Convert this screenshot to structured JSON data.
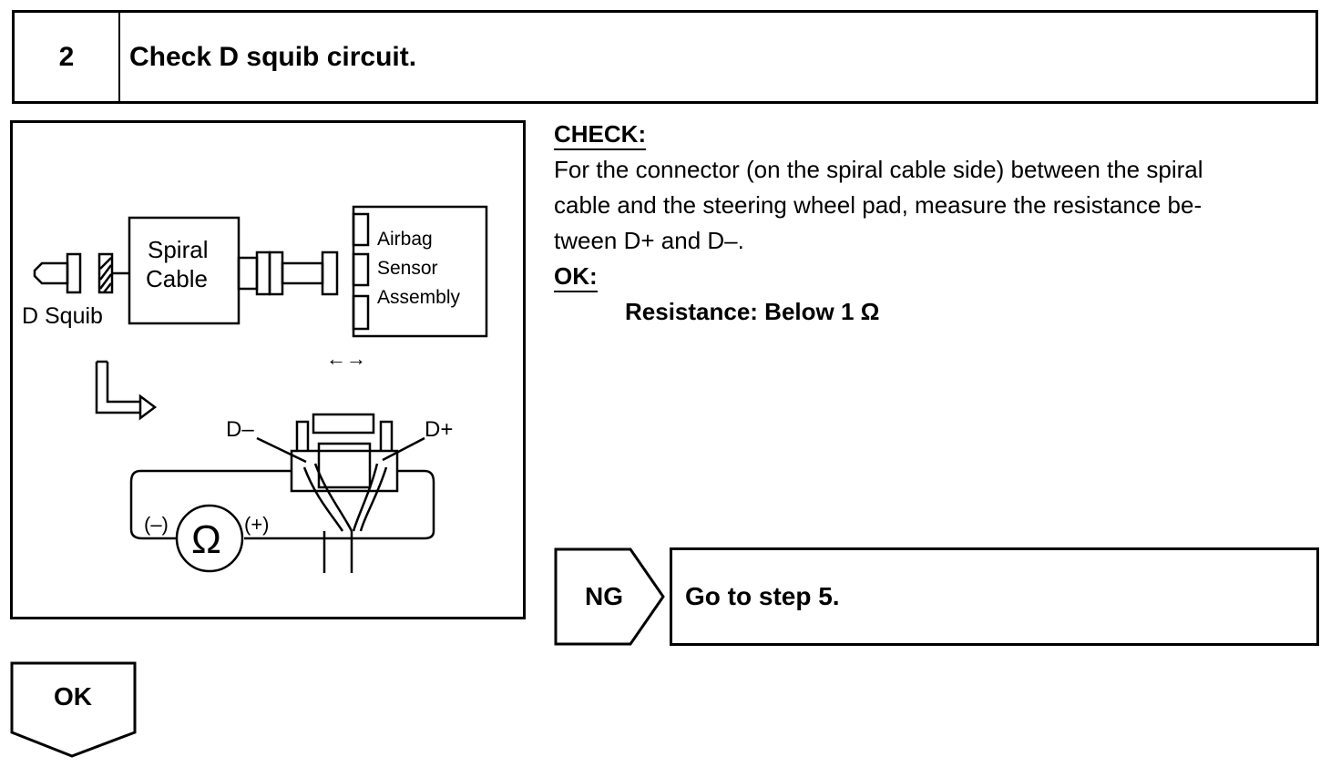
{
  "header": {
    "step_number": "2",
    "title": "Check D squib circuit."
  },
  "figure": {
    "labels": {
      "spiral": "Spiral",
      "cable": "Cable",
      "d_squib": "D Squib",
      "airbag": "Airbag",
      "sensor": "Sensor",
      "assembly": "Assembly",
      "arrows": "←→",
      "d_minus": "D–",
      "d_plus": "D+",
      "minus": "(–)",
      "plus": "(+)",
      "ohm": "Ω"
    }
  },
  "check": {
    "heading": "CHECK:",
    "line1": "For the connector (on the spiral cable side) between the spiral",
    "line2": "cable and the steering wheel pad, measure the resistance be-",
    "line3": "tween D+ and D–."
  },
  "ok": {
    "heading": "OK:",
    "spec": "Resistance: Below 1 Ω"
  },
  "ng": {
    "label": "NG",
    "action": "Go to step 5."
  },
  "ok_flow": {
    "label": "OK"
  }
}
